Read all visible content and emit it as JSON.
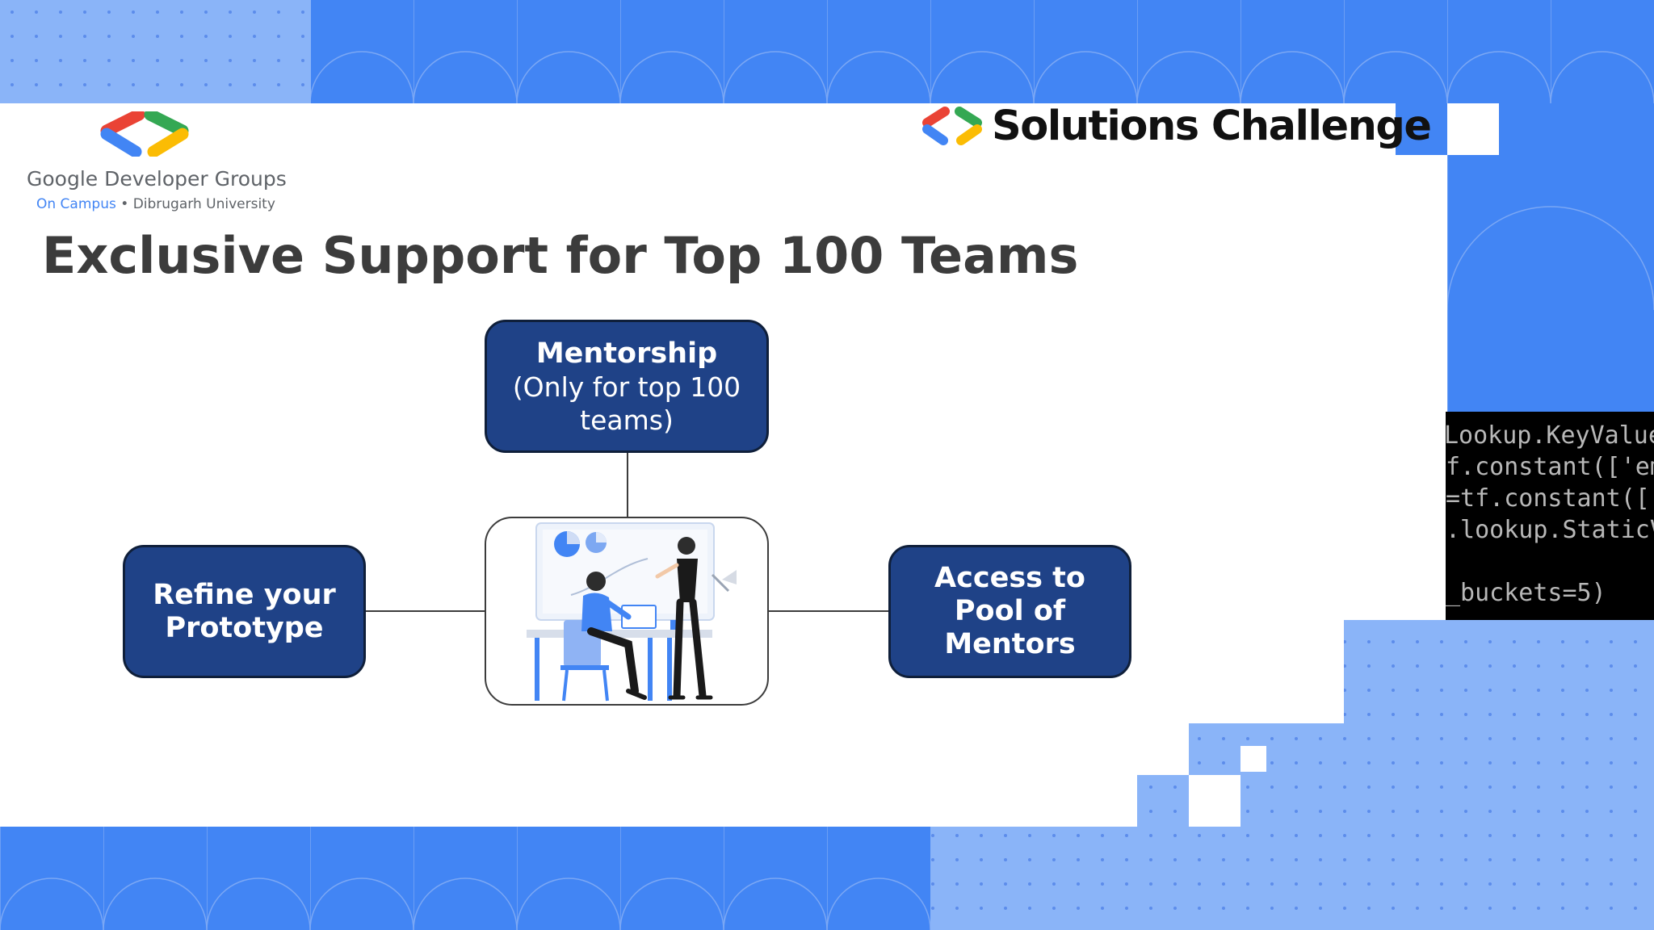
{
  "gdg": {
    "name": "Google Developer Groups",
    "campus": "On Campus",
    "separator": "•",
    "university": "Dibrugarh University"
  },
  "solutions_challenge": {
    "title": "Solutions Challenge"
  },
  "slide": {
    "title": "Exclusive Support for Top 100 Teams"
  },
  "boxes": {
    "mentorship": {
      "title": "Mentorship",
      "subtitle_line1": "(Only for top 100",
      "subtitle_line2": "teams)"
    },
    "refine": {
      "line1": "Refine your",
      "line2": "Prototype"
    },
    "access": {
      "line1": "Access to",
      "line2": "Pool of",
      "line3": "Mentors"
    }
  },
  "code_snippet": {
    "lines": [
      "Lookup.KeyValue",
      "f.constant(['em",
      "=tf.constant([[",
      ".lookup.StaticV",
      "",
      "_buckets=5)"
    ]
  },
  "colors": {
    "blue": "#4285f4",
    "light_blue": "#8ab4f8",
    "navy": "#1f4287",
    "red": "#ea4335",
    "green": "#34a853",
    "yellow": "#fbbc04"
  },
  "icons": [
    "gdg-brackets-logo",
    "solutions-challenge-logo",
    "office-meeting-illustration"
  ]
}
